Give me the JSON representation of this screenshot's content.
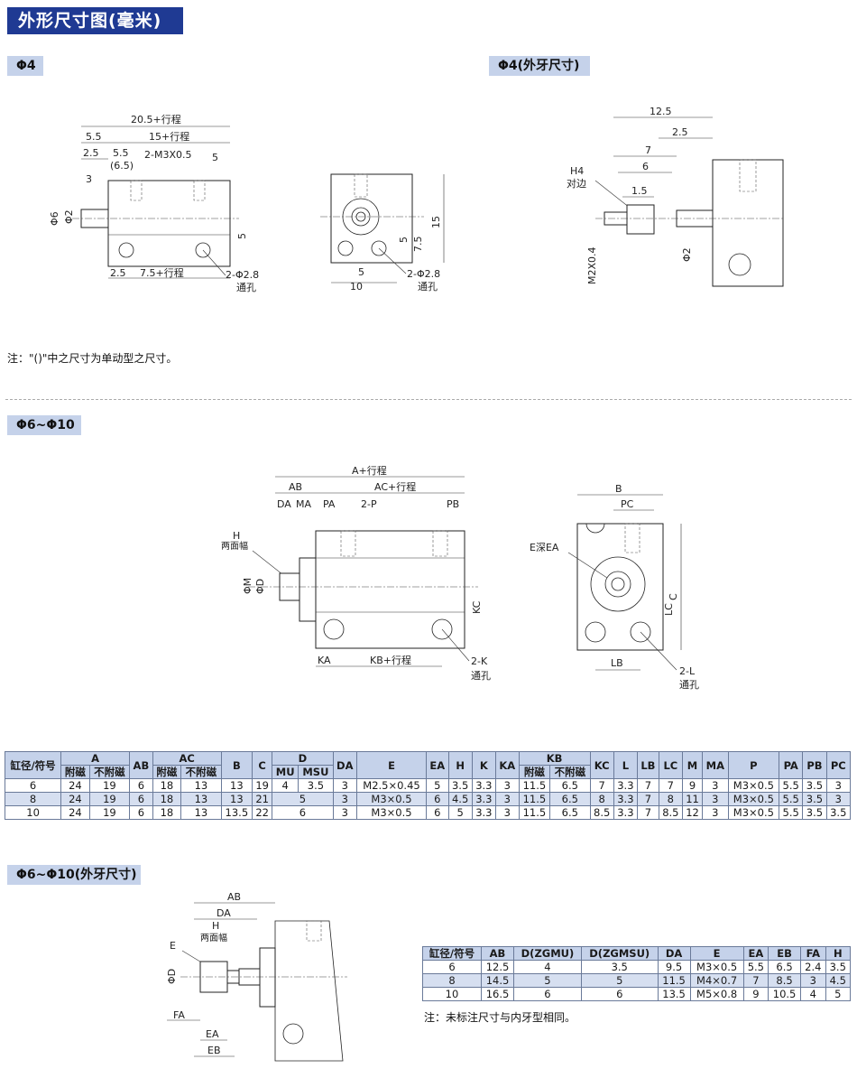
{
  "main_title": "外形尺寸图(毫米)",
  "sections": {
    "phi4": "Φ4",
    "phi4_ext": "Φ4(外牙尺寸)",
    "phi6_10": "Φ6~Φ10",
    "phi6_10_ext": "Φ6~Φ10(外牙尺寸)"
  },
  "note_phi4": "注：\"()\"中之尺寸为单动型之尺寸。",
  "note_ext": "注：未标注尺寸与内牙型相同。",
  "drawing_phi4": {
    "dims": [
      "20.5+行程",
      "5.5",
      "15+行程",
      "2.5",
      "5.5",
      "(6.5)",
      "2-M3X0.5",
      "5",
      "3",
      "Φ6",
      "Φ2",
      "5",
      "2.5",
      "7.5+行程",
      "2-Φ2.8",
      "通孔"
    ],
    "end_dims": [
      "15",
      "5",
      "7.5",
      "5",
      "10",
      "2-Φ2.8",
      "通孔"
    ]
  },
  "drawing_phi4_ext": {
    "dims": [
      "12.5",
      "2.5",
      "7",
      "6",
      "1.5",
      "H4",
      "对边",
      "M2X0.4",
      "Φ2"
    ]
  },
  "drawing_phi6_10": {
    "dims": [
      "A+行程",
      "AB",
      "AC+行程",
      "DA",
      "MA",
      "PA",
      "2-P",
      "PB",
      "H",
      "两面幅",
      "ΦM",
      "ΦD",
      "KC",
      "KA",
      "KB+行程",
      "2-K",
      "通孔"
    ],
    "end_dims": [
      "B",
      "PC",
      "E深EA",
      "LC",
      "C",
      "LB",
      "2-L",
      "通孔"
    ]
  },
  "drawing_ext": {
    "dims": [
      "AB",
      "DA",
      "H",
      "两面幅",
      "E",
      "ΦD",
      "FA",
      "EA",
      "EB"
    ]
  },
  "table1": {
    "head1": [
      "缸径/符号",
      "A",
      "AB",
      "AC",
      "B",
      "C",
      "D",
      "DA",
      "E",
      "EA",
      "H",
      "K",
      "KA",
      "KB",
      "KC",
      "L",
      "LB",
      "LC",
      "M",
      "MA",
      "P",
      "PA",
      "PB",
      "PC"
    ],
    "head2": [
      "附磁",
      "不附磁",
      "附磁",
      "不附磁",
      "MU",
      "MSU",
      "附磁",
      "不附磁"
    ],
    "rows": [
      [
        "6",
        "24",
        "19",
        "6",
        "18",
        "13",
        "13",
        "19",
        "4",
        "3.5",
        "3",
        "M2.5×0.45",
        "5",
        "3.5",
        "3.3",
        "3",
        "11.5",
        "6.5",
        "7",
        "3.3",
        "7",
        "7",
        "9",
        "3",
        "M3×0.5",
        "5.5",
        "3.5",
        "3"
      ],
      [
        "8",
        "24",
        "19",
        "6",
        "18",
        "13",
        "13",
        "21",
        "5",
        "",
        "3",
        "M3×0.5",
        "6",
        "4.5",
        "3.3",
        "3",
        "11.5",
        "6.5",
        "8",
        "3.3",
        "7",
        "8",
        "11",
        "3",
        "M3×0.5",
        "5.5",
        "3.5",
        "3"
      ],
      [
        "10",
        "24",
        "19",
        "6",
        "18",
        "13",
        "13.5",
        "22",
        "6",
        "",
        "3",
        "M3×0.5",
        "6",
        "5",
        "3.3",
        "3",
        "11.5",
        "6.5",
        "8.5",
        "3.3",
        "7",
        "8.5",
        "12",
        "3",
        "M3×0.5",
        "5.5",
        "3.5",
        "3.5"
      ]
    ]
  },
  "table2": {
    "head": [
      "缸径/符号",
      "AB",
      "D(ZGMU)",
      "D(ZGMSU)",
      "DA",
      "E",
      "EA",
      "EB",
      "FA",
      "H"
    ],
    "rows": [
      [
        "6",
        "12.5",
        "4",
        "3.5",
        "9.5",
        "M3×0.5",
        "5.5",
        "6.5",
        "2.4",
        "3.5"
      ],
      [
        "8",
        "14.5",
        "5",
        "5",
        "11.5",
        "M4×0.7",
        "7",
        "8.5",
        "3",
        "4.5"
      ],
      [
        "10",
        "16.5",
        "6",
        "6",
        "13.5",
        "M5×0.8",
        "9",
        "10.5",
        "4",
        "5"
      ]
    ]
  }
}
